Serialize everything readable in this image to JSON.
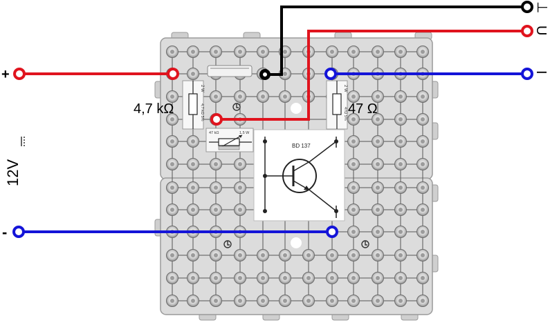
{
  "labels": {
    "supply_voltage": "12V",
    "plus": "+",
    "minus": "-",
    "resistor_base": "4,7 kΩ",
    "resistor_collector": "47 Ω",
    "transistor": "BD 137",
    "out_perp": "⊥",
    "out_u": "U",
    "out_i": "I"
  },
  "component_prints": {
    "r1_power": "2 W",
    "r1_value": "4,7 kΩ 5%",
    "r2_power": "2 W",
    "r2_value": "47Ω 5%",
    "pot_value": "47 kΩ",
    "pot_power": "1,5 W"
  },
  "colors": {
    "positive_wire": "#e0141e",
    "negative_wire": "#1414d8",
    "ground_wire": "#000000",
    "board": "#dcdcdc",
    "board_border": "#9a9a9a"
  }
}
